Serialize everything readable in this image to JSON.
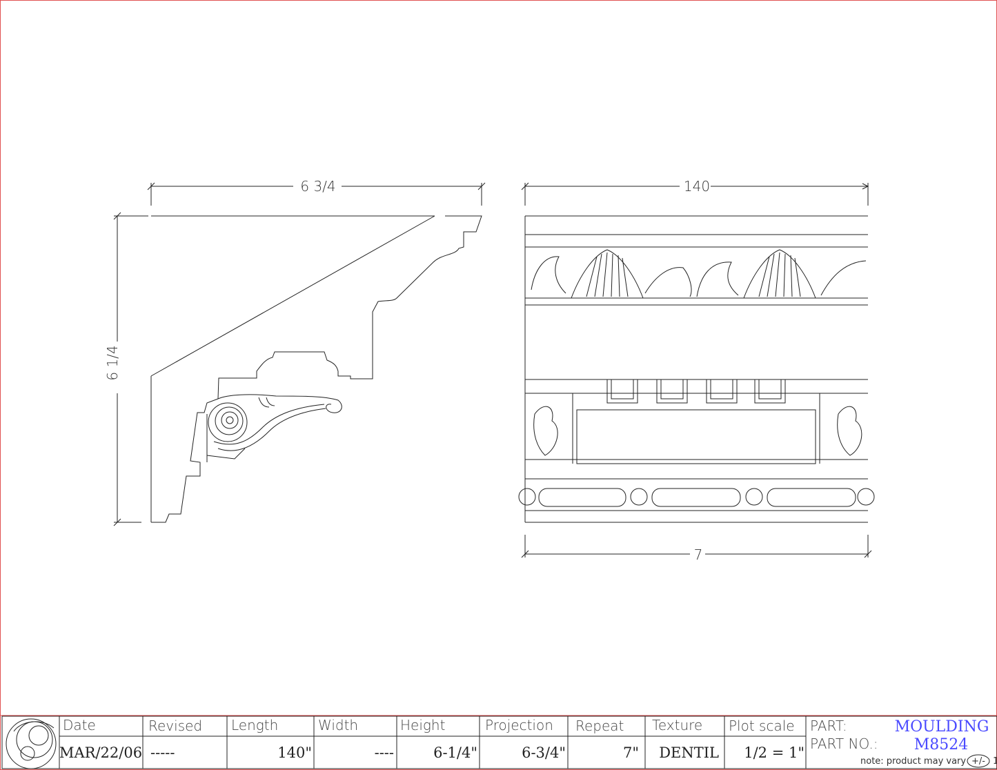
{
  "dimensions": {
    "projection": "6 3/4",
    "height": "6 1/4",
    "length": "140",
    "repeat": "7"
  },
  "title_block": {
    "headers": [
      "Date",
      "Revised",
      "Length",
      "Width",
      "Height",
      "Projection",
      "Repeat",
      "Texture",
      "Plot scale"
    ],
    "values": [
      "MAR/22/06",
      "-----",
      "140\"",
      "----",
      "6-1/4\"",
      "6-3/4\"",
      "7\"",
      "DENTIL",
      "1/2 = 1\""
    ],
    "part_label": "PART:",
    "part_value": "MOULDING",
    "part_no_label": "PART NO.:",
    "part_no_value": "M8524",
    "note": "note: product may vary",
    "note_symbol": "+/-",
    "note_tail": "1"
  },
  "colors": {
    "border": "#e05050",
    "part_text": "#4a4aff"
  }
}
